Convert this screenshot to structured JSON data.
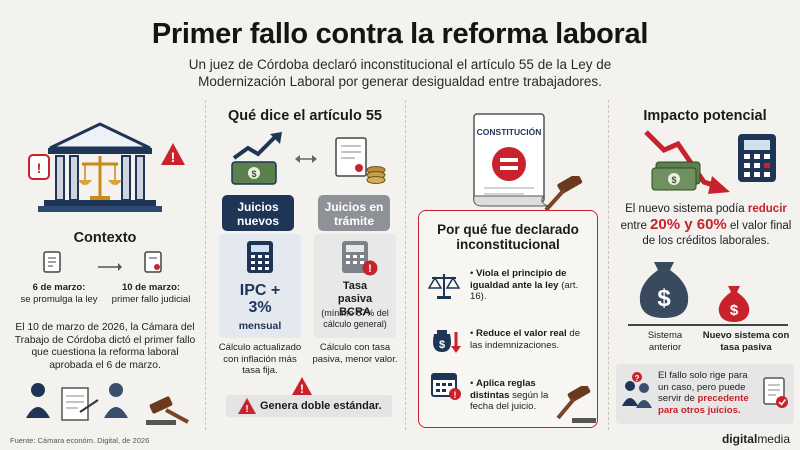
{
  "title": "Primer fallo contra la reforma laboral",
  "subtitle": "Un juez de Córdoba declaró inconstitucional el artículo 55 de la Ley de Modernización Laboral por generar desigualdad entre trabajadores.",
  "contexto": {
    "heading": "Contexto",
    "timeline": [
      {
        "date": "6 de marzo:",
        "text": "se promulga la ley"
      },
      {
        "date": "10 de marzo:",
        "text": "primer fallo judicial"
      }
    ],
    "body": "El 10 de marzo de 2026, la Cámara del Trabajo de Córdoba dictó el primer fallo que cuestiona la reforma laboral aprobada el 6 de marzo."
  },
  "articulo": {
    "heading": "Qué dice el artículo 55",
    "new_cases": {
      "label": "Juicios nuevos",
      "rate": "IPC + 3%",
      "rate_sub": "mensual",
      "note": "Cálculo actualizado con inflación más tasa fija."
    },
    "pending_cases": {
      "label": "Juicios en trámite",
      "rate": "Tasa pasiva BCRA",
      "rate_sub": "(mínimo 67% del cálculo general)",
      "note": "Cálculo con tasa pasiva, menor valor."
    },
    "warning": "Genera doble estándar."
  },
  "inconstitucional": {
    "doc_label": "CONSTITUCIÓN",
    "heading": "Por qué fue declarado inconstitucional",
    "reasons": [
      {
        "bold": "Viola el principio de igualdad ante la ley",
        "rest": "(art. 16)."
      },
      {
        "bold": "Reduce el valor real",
        "rest": "de las indemnizaciones."
      },
      {
        "bold": "Aplica reglas distintas",
        "rest": "según la fecha del juicio."
      }
    ]
  },
  "impacto": {
    "heading": "Impacto potencial",
    "text_before": "El nuevo sistema podía",
    "text_verb": "reducir",
    "text_mid": "entre",
    "range": "20% y 60%",
    "text_after": "el valor final de los créditos laborales.",
    "bag_old_label": "Sistema anterior",
    "bag_new_label": "Nuevo sistema con tasa pasiva",
    "note_before": "El fallo solo rige para un caso, pero puede servir de",
    "note_bold": "precedente para otros juicios."
  },
  "footer": "Fuente: Cámara económ. Digital, de 2026",
  "brand": {
    "part1": "digital",
    "part2": "media"
  },
  "colors": {
    "navy": "#1f3555",
    "red": "#c8232c",
    "background": "#f4f2ee",
    "gray": "#8e9196"
  }
}
